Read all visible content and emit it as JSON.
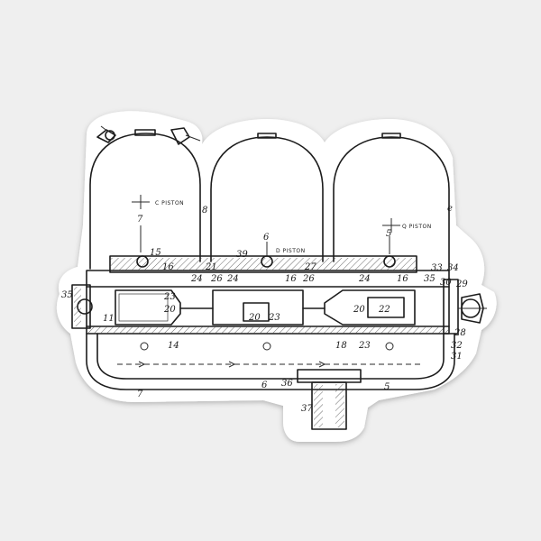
{
  "sticker": {
    "background": "#efefef",
    "sticker_fill": "#ffffff",
    "ink_color": "#1c1c1c",
    "subject": "patent-drawing-piston-pump"
  },
  "drawing": {
    "piston_labels": [
      "C PISTON",
      "D PISTON",
      "Q PISTON"
    ],
    "reference_numerals": [
      "7",
      "15",
      "16",
      "21",
      "24",
      "26",
      "24",
      "27",
      "16",
      "26",
      "24",
      "16",
      "23",
      "20",
      "20",
      "23",
      "22",
      "20",
      "39",
      "6",
      "5",
      "7",
      "14",
      "18",
      "23",
      "6",
      "36",
      "5",
      "37",
      "33",
      "34",
      "35",
      "30",
      "29",
      "28",
      "32",
      "31",
      "35",
      "11",
      "8",
      "e"
    ]
  }
}
